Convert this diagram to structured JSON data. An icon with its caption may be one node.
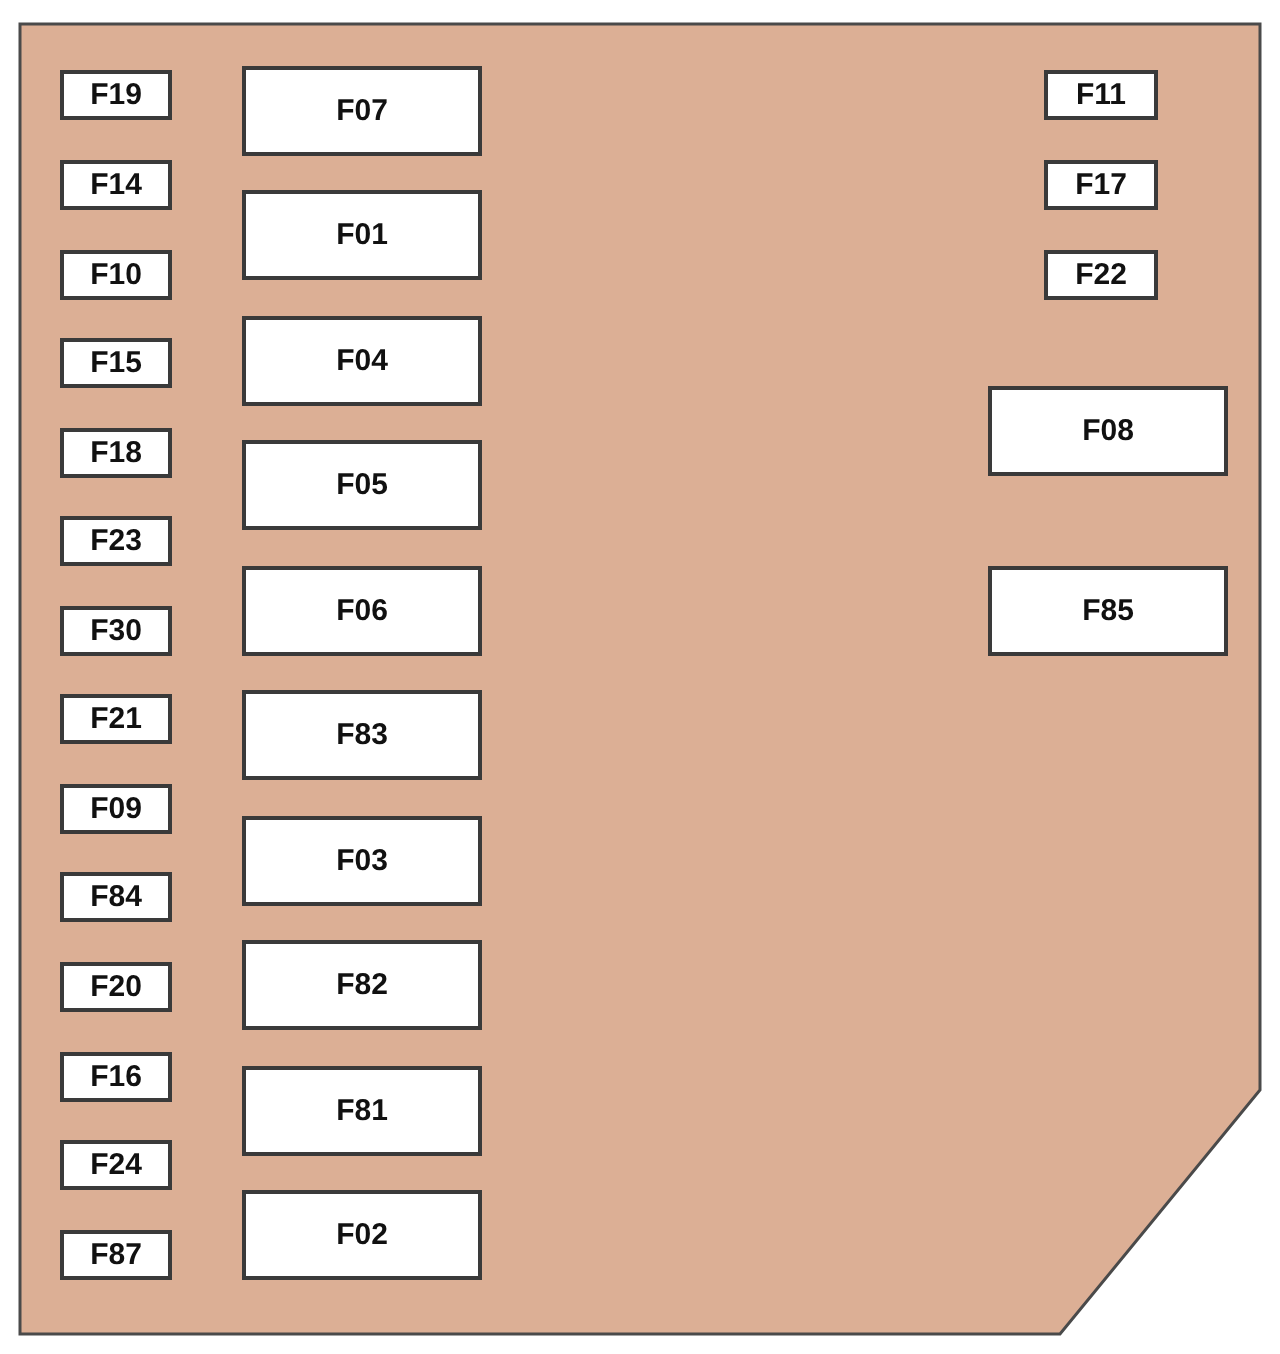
{
  "diagram": {
    "nodes": [
      {
        "text": [
          "F19"
        ]
      },
      {
        "text": [
          "F14"
        ]
      },
      {
        "text": [
          "F10"
        ]
      },
      {
        "text": [
          "F15"
        ]
      },
      {
        "text": [
          "F18"
        ]
      },
      {
        "text": [
          "F23"
        ]
      },
      {
        "text": [
          "F30"
        ]
      },
      {
        "text": [
          "F21"
        ]
      },
      {
        "text": [
          "F09"
        ]
      },
      {
        "text": [
          "F84"
        ]
      },
      {
        "text": [
          "F20"
        ]
      },
      {
        "text": [
          "F16"
        ]
      },
      {
        "text": [
          "F24"
        ]
      },
      {
        "text": [
          "F87"
        ]
      },
      {
        "text": [
          "F07"
        ]
      },
      {
        "text": [
          "F01"
        ]
      },
      {
        "text": [
          "F04"
        ]
      },
      {
        "text": [
          "F05"
        ]
      },
      {
        "text": [
          "F06"
        ]
      },
      {
        "text": [
          "F83"
        ]
      },
      {
        "text": [
          "F03"
        ]
      },
      {
        "text": [
          "F82"
        ]
      },
      {
        "text": [
          "F81"
        ]
      },
      {
        "text": [
          "F02"
        ]
      },
      {
        "text": [
          "F11"
        ]
      },
      {
        "text": [
          "F17"
        ]
      },
      {
        "text": [
          "F22"
        ]
      },
      {
        "text": [
          "F08"
        ]
      },
      {
        "text": [
          "F85"
        ]
      }
    ]
  }
}
